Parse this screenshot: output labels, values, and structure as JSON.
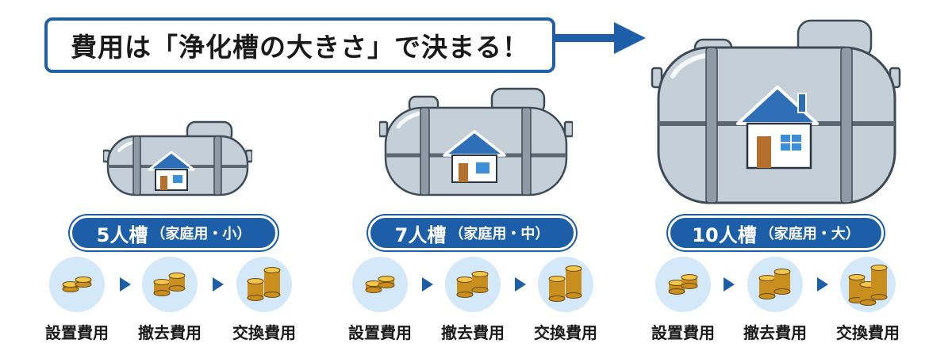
{
  "header": {
    "title": "費用は「浄化槽の大きさ」で決まる！"
  },
  "colors": {
    "brand_blue": "#1d5ea8",
    "tank_gray": "#c5cfd8",
    "tank_outline": "#3e4a56",
    "coin_gold": "#e2b13a",
    "circle_bg": "#d3e8f8"
  },
  "tanks": [
    {
      "label_main": "5人槽",
      "label_sub": "（家庭用・小）",
      "steps": [
        "設置費用",
        "撤去費用",
        "交換費用"
      ]
    },
    {
      "label_main": "7人槽",
      "label_sub": "（家庭用・中）",
      "steps": [
        "設置費用",
        "撤去費用",
        "交換費用"
      ]
    },
    {
      "label_main": "10人槽",
      "label_sub": "（家庭用・大）",
      "steps": [
        "設置費用",
        "撤去費用",
        "交換費用"
      ]
    }
  ]
}
